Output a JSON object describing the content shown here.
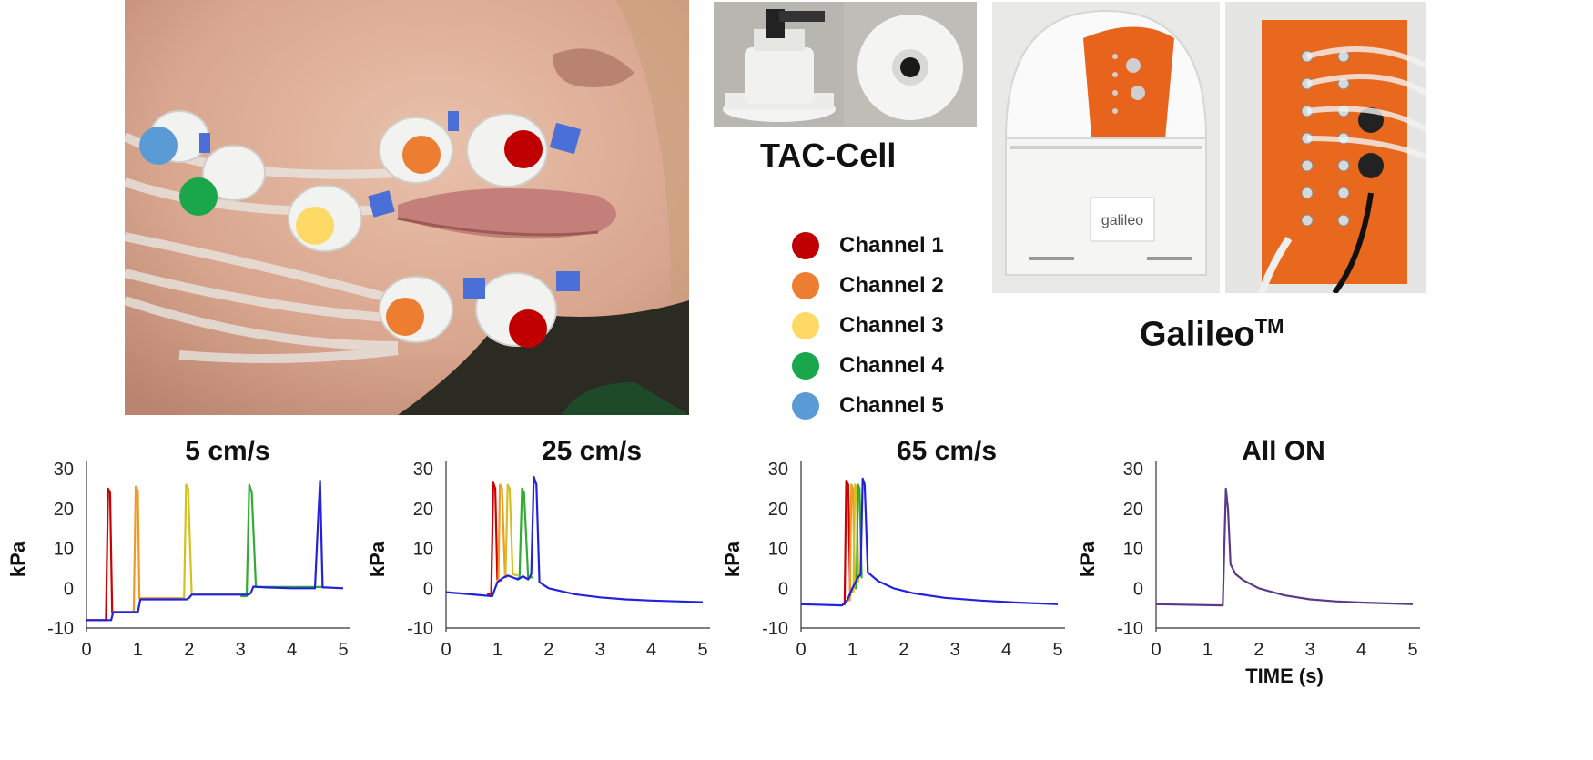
{
  "photos": {
    "tac_cell_label": "TAC-Cell",
    "galileo_label": "Galileo",
    "galileo_superscript": "TM"
  },
  "legend": [
    {
      "label": "Channel 1",
      "color": "#c00000"
    },
    {
      "label": "Channel 2",
      "color": "#ed7d31"
    },
    {
      "label": "Channel 3",
      "color": "#ffd966"
    },
    {
      "label": "Channel 4",
      "color": "#1aa64a"
    },
    {
      "label": "Channel 5",
      "color": "#5b9bd5"
    }
  ],
  "chart_data": [
    {
      "type": "line",
      "title": "5 cm/s",
      "xlabel": "",
      "ylabel": "kPa",
      "xlim": [
        0,
        5
      ],
      "ylim": [
        -10,
        30
      ],
      "xticks": [
        "0",
        "1",
        "2",
        "3",
        "4",
        "5"
      ],
      "yticks": [
        "30",
        "20",
        "10",
        "0",
        "-10"
      ],
      "series": [
        {
          "color": "#cc0000",
          "x": [
            0,
            0.38,
            0.42,
            0.46,
            0.5,
            1
          ],
          "y": [
            -8,
            -8,
            25,
            24,
            -6,
            -6
          ]
        },
        {
          "color": "#ed9a28",
          "x": [
            0.5,
            0.92,
            0.96,
            1,
            1.03,
            1.9
          ],
          "y": [
            -6,
            -6,
            25.5,
            24.5,
            -2.5,
            -2.5
          ]
        },
        {
          "color": "#d4c020",
          "x": [
            1.8,
            1.9,
            1.94,
            1.98,
            2.05,
            3.2
          ],
          "y": [
            -2.5,
            -2.5,
            26,
            25,
            -1.5,
            -1.5
          ]
        },
        {
          "color": "#33aa33",
          "x": [
            3,
            3.12,
            3.17,
            3.22,
            3.3,
            4.6
          ],
          "y": [
            -2,
            -2,
            26,
            24,
            0.3,
            0.3
          ]
        },
        {
          "color": "#2222dd",
          "x": [
            0,
            0.48,
            0.52,
            0.95,
            1,
            1.05,
            1.95,
            2,
            2.05,
            3.15,
            3.2,
            3.25,
            3.5,
            4.0,
            4.45,
            4.5,
            4.55,
            4.6,
            4.66,
            5.0
          ],
          "y": [
            -8,
            -8,
            -6,
            -6,
            -6,
            -2.8,
            -2.8,
            -2.4,
            -1.6,
            -1.6,
            -1.2,
            0.4,
            0.2,
            0.0,
            0.0,
            14,
            27,
            0.2,
            0.2,
            0.0
          ]
        }
      ]
    },
    {
      "type": "line",
      "title": "25 cm/s",
      "xlabel": "",
      "ylabel": "kPa",
      "xlim": [
        0,
        5
      ],
      "ylim": [
        -10,
        30
      ],
      "xticks": [
        "0",
        "1",
        "2",
        "3",
        "4",
        "5"
      ],
      "yticks": [
        "30",
        "20",
        "10",
        "0",
        "-10"
      ],
      "series": [
        {
          "color": "#cc0000",
          "x": [
            0.8,
            0.88,
            0.92,
            0.96,
            1.0,
            1.1
          ],
          "y": [
            -1.5,
            -1.5,
            26.5,
            25,
            2,
            2
          ]
        },
        {
          "color": "#ed9a28",
          "x": [
            0.98,
            1.02,
            1.05,
            1.09,
            1.15,
            1.2
          ],
          "y": [
            2,
            2,
            26,
            25,
            2.8,
            2.8
          ]
        },
        {
          "color": "#d4c020",
          "x": [
            1.12,
            1.16,
            1.2,
            1.24,
            1.3,
            1.4
          ],
          "y": [
            2.8,
            2.8,
            26,
            25,
            3.5,
            3.2
          ]
        },
        {
          "color": "#33aa33",
          "x": [
            1.38,
            1.43,
            1.48,
            1.52,
            1.6,
            1.7
          ],
          "y": [
            2.5,
            2.5,
            25,
            24,
            2.7,
            2.7
          ]
        },
        {
          "color": "#2222dd",
          "x": [
            0,
            0.9,
            1.0,
            1.1,
            1.2,
            1.3,
            1.4,
            1.5,
            1.6,
            1.66,
            1.71,
            1.76,
            1.82,
            2.0,
            2.5,
            3.0,
            3.5,
            4.0,
            4.5,
            5.0
          ],
          "y": [
            -1,
            -2,
            1.5,
            2.5,
            3.2,
            2.7,
            2.2,
            3.0,
            2.2,
            3.5,
            28,
            26,
            1.5,
            0,
            -1.5,
            -2.3,
            -2.8,
            -3.1,
            -3.3,
            -3.5
          ]
        }
      ]
    },
    {
      "type": "line",
      "title": "65 cm/s",
      "xlabel": "",
      "ylabel": "kPa",
      "xlim": [
        0,
        5
      ],
      "ylim": [
        -10,
        30
      ],
      "xticks": [
        "0",
        "1",
        "2",
        "3",
        "4",
        "5"
      ],
      "yticks": [
        "30",
        "20",
        "10",
        "0",
        "-10"
      ],
      "series": [
        {
          "color": "#cc0000",
          "x": [
            0.8,
            0.85,
            0.88,
            0.92,
            0.96
          ],
          "y": [
            -4,
            -4,
            27,
            26,
            -2
          ]
        },
        {
          "color": "#ed9a28",
          "x": [
            0.9,
            0.95,
            0.98,
            1.01,
            1.05
          ],
          "y": [
            -3,
            -3,
            26,
            25,
            0
          ]
        },
        {
          "color": "#d4c020",
          "x": [
            0.98,
            1.02,
            1.05,
            1.08,
            1.12
          ],
          "y": [
            -1,
            -1,
            26,
            25,
            1.5
          ]
        },
        {
          "color": "#33aa33",
          "x": [
            1.05,
            1.08,
            1.11,
            1.14,
            1.18
          ],
          "y": [
            0,
            0,
            26,
            25,
            2.5
          ]
        },
        {
          "color": "#2222dd",
          "x": [
            0,
            0.8,
            0.9,
            1.0,
            1.1,
            1.16,
            1.2,
            1.24,
            1.3,
            1.5,
            1.8,
            2.2,
            2.8,
            3.5,
            4.2,
            5.0
          ],
          "y": [
            -4,
            -4.3,
            -3,
            0,
            2.5,
            3.5,
            27.5,
            26,
            4,
            1.8,
            0,
            -1.3,
            -2.4,
            -3.1,
            -3.6,
            -4
          ]
        }
      ]
    },
    {
      "type": "line",
      "title": "All ON",
      "xlabel": "TIME (s)",
      "ylabel": "kPa",
      "xlim": [
        0,
        5
      ],
      "ylim": [
        -10,
        30
      ],
      "xticks": [
        "0",
        "1",
        "2",
        "3",
        "4",
        "5"
      ],
      "yticks": [
        "30",
        "20",
        "10",
        "0",
        "-10"
      ],
      "series": [
        {
          "color": "#5b3a8a",
          "x": [
            0,
            1.3,
            1.36,
            1.4,
            1.45,
            1.55,
            1.7,
            2.0,
            2.5,
            3.0,
            3.5,
            4.0,
            4.5,
            5.0
          ],
          "y": [
            -4,
            -4.3,
            25,
            20,
            6,
            3.5,
            2,
            0,
            -1.8,
            -2.8,
            -3.3,
            -3.6,
            -3.8,
            -4
          ]
        }
      ]
    }
  ]
}
